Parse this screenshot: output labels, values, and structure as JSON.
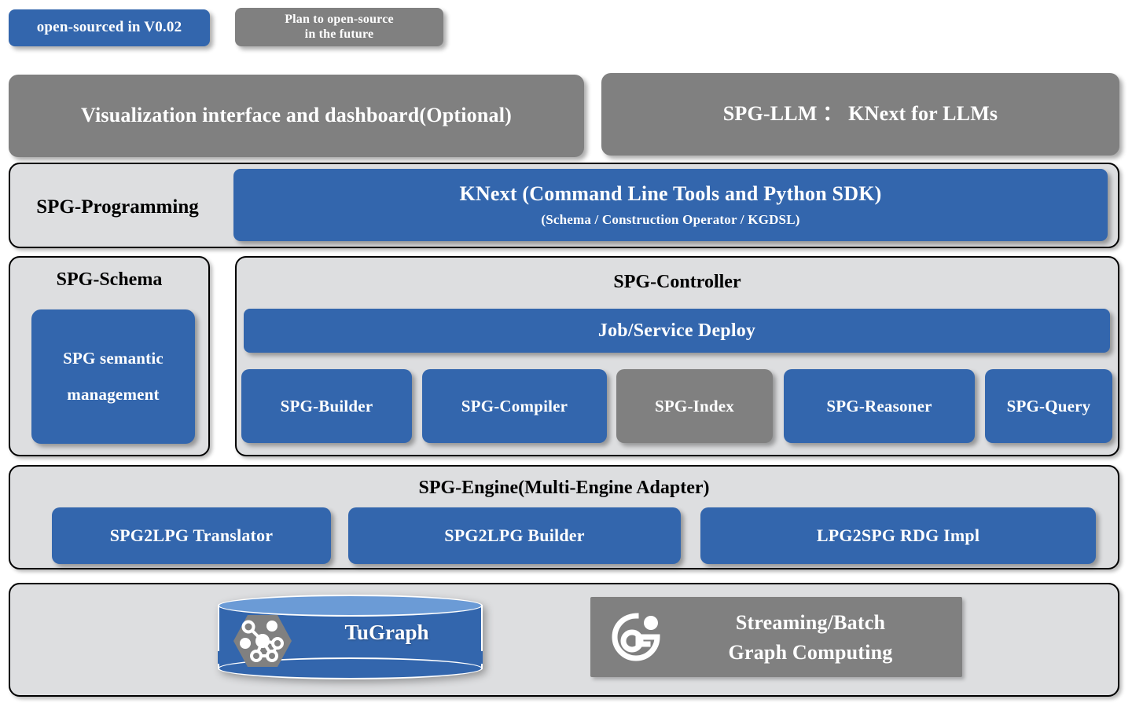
{
  "colors": {
    "accent_blue": "#3366AD",
    "neutral_gray": "#808080",
    "panel_fill": "#DDDEE0",
    "panel_border": "#000000",
    "cylinder_top": "#6B9BD6",
    "text_on_fill": "#FFFFFF",
    "title_text": "#000000"
  },
  "legend": {
    "open_sourced": "open-sourced in V0.02",
    "planned_line1": "Plan to open-source",
    "planned_line2": "in the future"
  },
  "top_row": {
    "visualization": "Visualization interface and dashboard(Optional)",
    "spg_llm": "SPG-LLM ： KNext for LLMs"
  },
  "programming": {
    "label": "SPG-Programming",
    "knext_main": "KNext  (Command Line Tools  and Python SDK)",
    "knext_sub": "(Schema / Construction Operator / KGDSL)"
  },
  "schema": {
    "label": "SPG-Schema",
    "semantic_line1": "SPG semantic",
    "semantic_line2": "management"
  },
  "controller": {
    "label": "SPG-Controller",
    "job_service": "Job/Service Deploy",
    "modules": [
      {
        "label": "SPG-Builder",
        "status": "open-sourced"
      },
      {
        "label": "SPG-Compiler",
        "status": "open-sourced"
      },
      {
        "label": "SPG-Index",
        "status": "planned"
      },
      {
        "label": "SPG-Reasoner",
        "status": "open-sourced"
      },
      {
        "label": "SPG-Query",
        "status": "open-sourced"
      }
    ]
  },
  "engine": {
    "label": "SPG-Engine(Multi-Engine Adapter)",
    "modules": [
      {
        "label": "SPG2LPG Translator",
        "status": "open-sourced"
      },
      {
        "label": "SPG2LPG Builder",
        "status": "open-sourced"
      },
      {
        "label": "LPG2SPG RDG Impl",
        "status": "open-sourced"
      }
    ]
  },
  "storage": {
    "tugraph": {
      "label": "TuGraph",
      "icon": "graph-hexagon-icon",
      "status": "open-sourced"
    },
    "streaming": {
      "line1": "Streaming/Batch",
      "line2": "Graph Computing",
      "icon": "geaflow-g-icon",
      "status": "planned"
    }
  }
}
